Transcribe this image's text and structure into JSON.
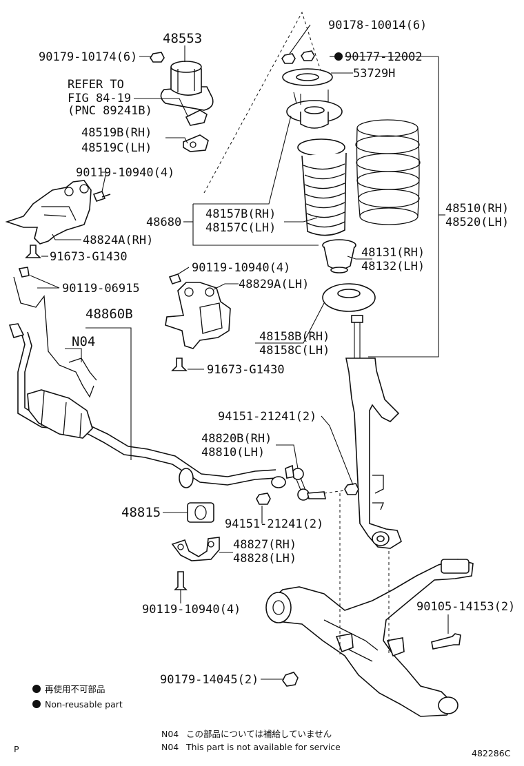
{
  "labels": {
    "l48553": "48553",
    "l90179_10174": "90179-10174(6)",
    "l90178_10014": "90178-10014(6)",
    "l90177_12002": "90177-12002",
    "l53729h": "53729H",
    "refer1": "REFER TO",
    "refer2": "FIG 84-19",
    "refer3": "(PNC 89241B)",
    "l48519b": "48519B(RH)",
    "l48519c": "48519C(LH)",
    "l90119_10940a": "90119-10940(4)",
    "l48680": "48680",
    "l48157b": "48157B(RH)",
    "l48157c": "48157C(LH)",
    "l48510": "48510(RH)",
    "l48520": "48520(LH)",
    "l48824a": "48824A(RH)",
    "l91673_a": "91673-G1430",
    "l48131": "48131(RH)",
    "l48132": "48132(LH)",
    "l90119_10940b": "90119-10940(4)",
    "l90119_06915": "90119-06915",
    "l48829a": "48829A(LH)",
    "l48860b": "48860B",
    "l48158b": "48158B(RH)",
    "l48158c": "48158C(LH)",
    "n04": "N04",
    "l91673_b": "91673-G1430",
    "l94151_a": "94151-21241(2)",
    "l48820b": "48820B(RH)",
    "l48810": "48810(LH)",
    "l48815": "48815",
    "l94151_b": "94151-21241(2)",
    "l48827": "48827(RH)",
    "l48828": "48828(LH)",
    "l90119_10940c": "90119-10940(4)",
    "l90105_14153": "90105-14153(2)",
    "l90179_14045": "90179-14045(2)"
  },
  "legend": {
    "jp": "再使用不可部品",
    "en": "Non-reusable part"
  },
  "footer": {
    "n04_jp_code": "N04",
    "n04_jp_text": "この部品については補給していません",
    "n04_en_code": "N04",
    "n04_en_text": "This part is not available for service",
    "page_mark": "P",
    "fig_code": "482286C"
  }
}
